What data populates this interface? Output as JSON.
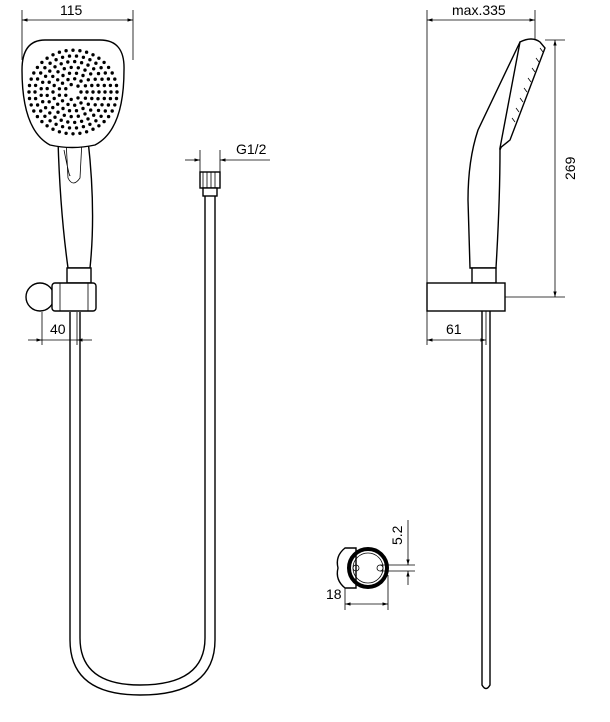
{
  "dimensions": {
    "head_width": "115",
    "connector_thread": "G1/2",
    "holder_offset_front": "40",
    "max_depth": "max.335",
    "height": "269",
    "holder_offset_side": "61",
    "hole_diameter": "5.2",
    "holder_width": "18"
  },
  "colors": {
    "line": "#000000",
    "background": "#ffffff"
  }
}
